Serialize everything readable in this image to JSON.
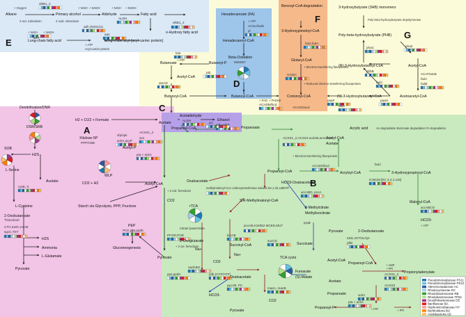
{
  "regions": {
    "E": {
      "letter": "E",
      "color": "#dbe8f6"
    },
    "D": {
      "letter": "D",
      "color": "#9ec5ea"
    },
    "F": {
      "letter": "F",
      "color": "#f6b98a"
    },
    "G": {
      "letter": "G",
      "color": "#fbfbd9"
    },
    "A": {
      "letter": "A",
      "color": "#f2c4e6"
    },
    "B": {
      "letter": "B",
      "color": "#c9e9bf"
    },
    "C": {
      "letter": "C",
      "color": "#fbfbd9"
    },
    "C2": {
      "color": "#b6a0e8"
    }
  },
  "labels": {
    "oxygen": "+ Oxygen",
    "alkane": "Alkane",
    "primary_alcohol": "Primary alcohol",
    "aldehyde": "Aldehyde",
    "fatty_acid": "Fatty acid",
    "nad1": "+ NAD+",
    "nadh1": "+ NADH",
    "nad2": "+ NAD+",
    "nadh2": "+ NADH",
    "red_rubredoxin": "2 red. rubredoxin",
    "ox_rubredoxin": "2 oxid. rubredoxin",
    "nad3": "+ NAD+",
    "nadh3": "+ NADH",
    "lcfa": "Long-chain fatty acid",
    "lcacyl": "Long-chain acyl-[acyl-carrier protein]",
    "o_hydroxy": "o-Hydroxy fatty acid",
    "atp_e": "+ ATP",
    "acp": "Acyl-carrier protein",
    "alkB": "alkB1_2",
    "alkT": "alkT",
    "adh": "adh (K00121)",
    "aldh": "ALDH",
    "aas": "aas",
    "alkB2": "alkB1_2",
    "hexadecanoate": "Hexadecanoate (FA)",
    "atp_d": "+ ATP",
    "acsl": "ACSL/fadD",
    "pl": "pl",
    "hexadecanoyl": "Hexadecanoyl-CoA",
    "beta_ox": "Beta-Oxidation",
    "m00087": "M00087",
    "benzoyl": "Benzoyl-CoA degradation",
    "hydroxypimeloyl": "3-Hydroxypimeloyl-CoA",
    "fadAJ": "fadJ,fadA",
    "glutaryl": "Glutaryl-CoA",
    "electron1": "+ Electron-transferring flavoprotein",
    "gcdh": "GCDH",
    "electron2": "+ Reduced electron-transferring flavoprotein",
    "hb3": "3-hydroxybutyrate (3HB) monomers",
    "pha_dep": "Poly-beta-hydroxybutyrate depolymerase",
    "phb": "Poly-beta-hydroxybutyrate (PHB)",
    "phaC": "phaC",
    "phaZ": "phaZ",
    "hb_coa": "(R)-3-Hydroxybutanoyl-CoA",
    "acetyl_g": "Acetyl-CoA",
    "phbB": "phbB",
    "acatb": "ACAT/atoB",
    "fadJ_g": "fadJ",
    "fadB_g": "fadB",
    "fadJ2": "fadJ",
    "acetoacetyl": "Acetoacetyl-CoA",
    "butanoate": "Butanoate",
    "buk": "buk",
    "butanoyl_p": "Butanoyl-P",
    "atp_c": "+ ATP",
    "ptb": "ptb",
    "acetyl_c": "Acetyl-CoA",
    "atoAD": "atoAD",
    "butanoyl_coa": "Butanoyl-CoA",
    "butanoyl_coa2": "Butanoyl-CoA",
    "fad": "+ FAD",
    "fadh2": "+ FADH2",
    "acadm": "ACADM/bcd",
    "crotonoyl": "Crotonoyl-CoA",
    "paaF": "paaF",
    "acads": "ACADS/acd",
    "hbcoa_s": "(S)-3-Hydroxybutanoyl-CoA",
    "fadJ3": "fadJ",
    "paaH": "paaH",
    "acetaldehyde": "Acetaldehyde",
    "aldh_c": "ALDH",
    "ethanol": "Ethanol",
    "adh_c": "adh,adhP",
    "denitri": "Denitrification/DNR",
    "dsr": "DSR/SRB",
    "h2s": "H2S",
    "sob": "SOB",
    "lserine": "L-Serine",
    "cysE": "cysE, K",
    "acetate_a": "Acetate",
    "lcys": "L-Cysteine",
    "oxobutanoate": "2-Oxobutanoate",
    "thioredoxin": "Thioredoxin",
    "cth": "CTH,metC,mccB",
    "sgc": "sgcC,TST",
    "h2s2": "H2S",
    "ammonia": "Ammonia",
    "lglut": "L-Glutamate",
    "pyruvate_a": "Pyruvate",
    "h2co2": "H2 + CO2 + Formate",
    "acetate": "Acetate",
    "xylulose": "Xilulose-5P",
    "ppp": "PPP/CBB",
    "xfp": "xfp/xpk",
    "ackA": "ackA,acyP",
    "acetylp": "Acetyl-P",
    "pta": "pta + ackA",
    "acss1": "ACSS1_2",
    "acs": "acs",
    "wlp": "WLP",
    "co2h2": "CO2 + H2",
    "acetyl_coa": "Acetyl-CoA",
    "red_fd": "+ 2 red. ferredoxin",
    "co2": "CO2",
    "starch": "Starch via Glycolysis, PPP, Fructose",
    "pep": "PEP",
    "pckA": "PCK,pps,ppdK",
    "gluconeo": "Gluconeogenesis",
    "pfor": "PFOR,POR",
    "pyruvate": "Pyruvate",
    "red_fd2": "+ 2 oxi. ferredoxin",
    "propanoyl": "Propanoyl-CoA",
    "propanoate": "Propanoate",
    "prc": "prc",
    "acss1b": "ACSS1_2,ACSS3 acdAB,acsA,acs",
    "electron3": "+ Electron-transferring flavoprotein",
    "acrylic": "Acrylic acid",
    "acetyl_b": "Acetyl-CoA",
    "acetate_b": "Acetate",
    "acadsb": "ACADS/bcd",
    "propanoyl2": "Propanoyl-CoA",
    "acryloyl": "Acryloyl-CoA",
    "aadeg": "AA degradation Benzoate degradation FA degradation",
    "fadJ4": "fadJ",
    "hp3": "3-Hydroxypropionyl-CoA",
    "k15018": "K15018 [EC 4.2.1.116]",
    "hco3": "HCO3-",
    "oxaloacetate_b": "Oxaloacetate",
    "atp_b": "+ ATP",
    "accABCD": "accABD, pccA",
    "oxaloacetate": "Oxaloacetate",
    "mmcoa": "methylmalonyl-CoA carboxytransferase subunit 5S,1.3S,12S",
    "smm": "S/R-Methylmalonyl-CoA",
    "methylcitrate": "2-Methylcitrate",
    "methylisocitrate": "Methylisocitrate",
    "prpB": "prpB",
    "pyruvate_b": "Pyruvate",
    "rtca": "rTCA",
    "citrate": "Citrate lyase/citrate",
    "oxoglutarate": "2-Oxoglutarate",
    "korAB": "korAB",
    "succinyl": "Succinyl-CoA",
    "pccab": "pccAB,K15052 MCEE,MUT",
    "sucCD": "sucCD",
    "succinate": "Succinate",
    "tca": "TCA cycle",
    "fumarate": "Fumarate",
    "malate": "(S)-Malate",
    "oxaloacetate2": "Oxaloacetate",
    "na": "Na+",
    "na2": "Na+",
    "co2_b": "CO2",
    "oadABG": "oadABG",
    "pps": "pps,ppdK",
    "pdk": "pdk,(GTP/ATP)",
    "pycAB": "pycAB, PC",
    "maeA": "maeA, maeB",
    "hco3_2": "HCO3-",
    "pyruvate_c": "Pyruvate",
    "co2_c": "CO2",
    "malonyl": "Malonyl-CoA",
    "accABCD2": "accABCD",
    "hco3_3": "HCO3-",
    "atp_b2": "+ ATP",
    "oxobutanoate2": "2-Oxobutanoate",
    "tdcE": "tdcE,2ST/3L/Q4",
    "pflD": "pflD",
    "acetyl_p": "Acetyl-CoA",
    "propanoyl3": "Propanoyl-CoA",
    "amp": "+ AMP",
    "ppi": "+ PPi",
    "propionyladenylate": "Propionyladenylate",
    "acss1c": "ACSS1_2",
    "acetate_c": "Acetate",
    "acss3": "ACSS3",
    "ackAb": "ackA",
    "propanoate2": "Propanoate",
    "propanoyl_p": "Propanoyl-P",
    "ptaB": "pta + ackA",
    "atp_b3": "+ ATP",
    "ppi2": "+ PPi"
  },
  "legend": [
    {
      "name": "Pseudomonadaceae PS11",
      "color": "#1f78b4"
    },
    {
      "name": "Pseudomonadaceae PS12",
      "color": "#66c2e4"
    },
    {
      "name": "Alteromonadaceae AC",
      "color": "#2c5aa0"
    },
    {
      "name": "Rhodocyclaceae RC",
      "color": "#a6cee3"
    },
    {
      "name": "Rhodobacteraceae RB",
      "color": "#33a02c"
    },
    {
      "name": "Rhodobacteraceae TP04",
      "color": "#b2df8a"
    },
    {
      "name": "Desulfobacteraceae DE",
      "color": "#9e3a8a"
    },
    {
      "name": "Bacillaceae BA",
      "color": "#e31a1c"
    },
    {
      "name": "Hyphomicrobiaceae HY",
      "color": "#fb9a99"
    },
    {
      "name": "Burkholderia BU",
      "color": "#ff7f00"
    },
    {
      "name": "Acidobacteria AD",
      "color": "#fdbf6f"
    }
  ]
}
